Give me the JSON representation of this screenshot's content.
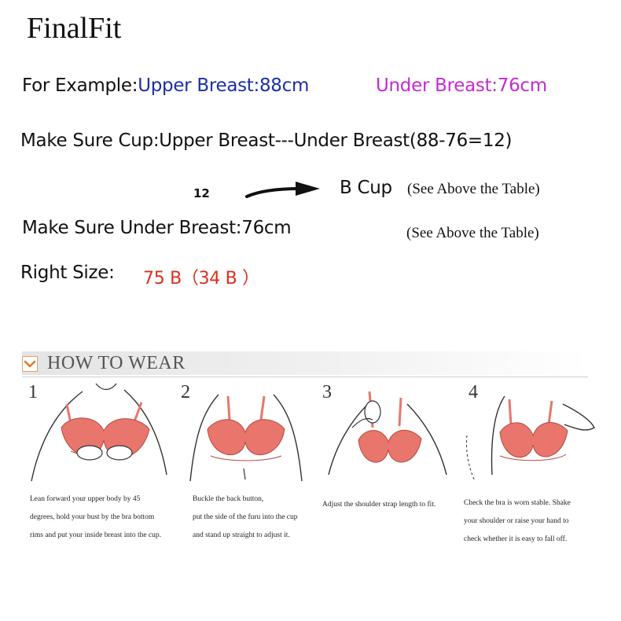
{
  "brand": "FinalFit",
  "example": {
    "prefix": "For Example:",
    "upper": "Upper Breast:88cm",
    "under": "Under Breast:76cm"
  },
  "cup_rule": "Make Sure Cup:Upper Breast---Under Breast(88-76=12)",
  "cup_result": {
    "difference": "12",
    "cup": "B Cup",
    "note": "(See Above the Table)"
  },
  "under_rule": {
    "text": "Make Sure Under Breast:76cm",
    "note": "(See Above the Table)"
  },
  "right_size": {
    "label": "Right Size:",
    "value": "75 B（34 B ）"
  },
  "how_to_wear": {
    "title": "HOW TO WEAR",
    "steps": [
      {
        "number": "1",
        "caption": [
          "Lean forward your upper body by 45",
          "degrees, hold your bust by the bra bottom",
          "rims and put your inside breast into the cup."
        ]
      },
      {
        "number": "2",
        "caption": [
          "Buckle the back button,",
          "put the side of the furu into the cup",
          "and stand up straight to adjust it."
        ]
      },
      {
        "number": "3",
        "caption": [
          "Adjust the shoulder strap length to fit."
        ]
      },
      {
        "number": "4",
        "caption": [
          "Check the bra is worn stable. Shake",
          "your shoulder or raise your hand to",
          "check whether it is easy to fall off."
        ]
      }
    ]
  },
  "colors": {
    "upper_breast": "#1d2fa8",
    "under_breast": "#c42bd4",
    "size_value": "#d8301e",
    "bra": "#e8766c"
  },
  "icons": {
    "arrow": "right-arrow-icon",
    "chevron": "chevron-down-icon"
  }
}
